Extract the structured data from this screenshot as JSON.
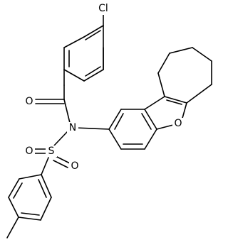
{
  "molecule": {
    "atoms": {
      "cl": "Cl",
      "o_carbonyl": "O",
      "n": "N",
      "s": "S",
      "o_sulfonyl_1": "O",
      "o_sulfonyl_2": "O",
      "o_furan": "O"
    }
  }
}
